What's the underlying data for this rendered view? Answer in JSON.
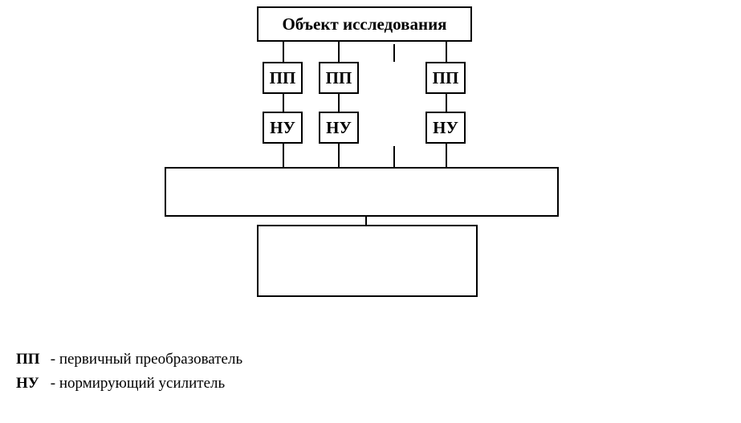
{
  "diagram": {
    "object_label": "Объект исследования",
    "channels": [
      {
        "pp_label": "ПП",
        "nu_label": "НУ"
      },
      {
        "pp_label": "ПП",
        "nu_label": "НУ"
      },
      {
        "pp_label": "ПП",
        "nu_label": "НУ"
      }
    ]
  },
  "legend": [
    {
      "abbr": "ПП",
      "text": "- первичный преобразователь"
    },
    {
      "abbr": "НУ",
      "text": "- нормирующий усилитель"
    }
  ]
}
